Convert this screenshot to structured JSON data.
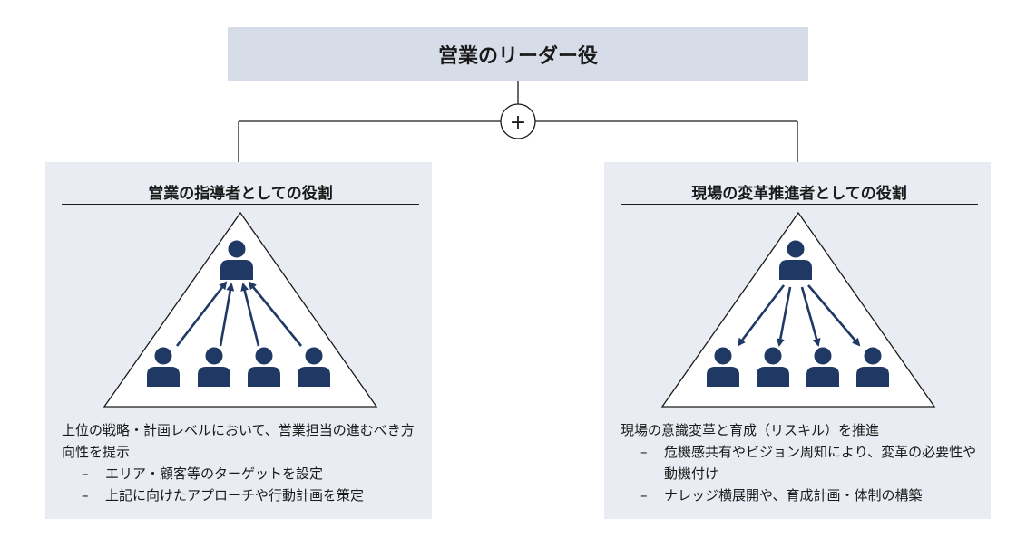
{
  "header": {
    "title": "営業のリーダー役"
  },
  "connector": {
    "symbol": "+"
  },
  "colors": {
    "header_bg": "#d6dde8",
    "panel_bg": "#e9edf3",
    "figure": "#1f3864"
  },
  "left": {
    "title": "営業の指導者としての役割",
    "figure_icons": "person-icon",
    "arrow_direction": "up",
    "description": "上位の戦略・計画レベルにおいて、営業担当の進むべき方向性を提示",
    "bullets": [
      {
        "dash": "–",
        "text": "エリア・顧客等のターゲットを設定"
      },
      {
        "dash": "–",
        "text": "上記に向けたアプローチや行動計画を策定"
      }
    ]
  },
  "right": {
    "title": "現場の変革推進者としての役割",
    "figure_icons": "person-icon",
    "arrow_direction": "down",
    "description": "現場の意識変革と育成（リスキル）を推進",
    "bullets": [
      {
        "dash": "–",
        "text": "危機感共有やビジョン周知により、変革の必要性や動機付け"
      },
      {
        "dash": "–",
        "text": "ナレッジ横展開や、育成計画・体制の構築"
      }
    ]
  }
}
